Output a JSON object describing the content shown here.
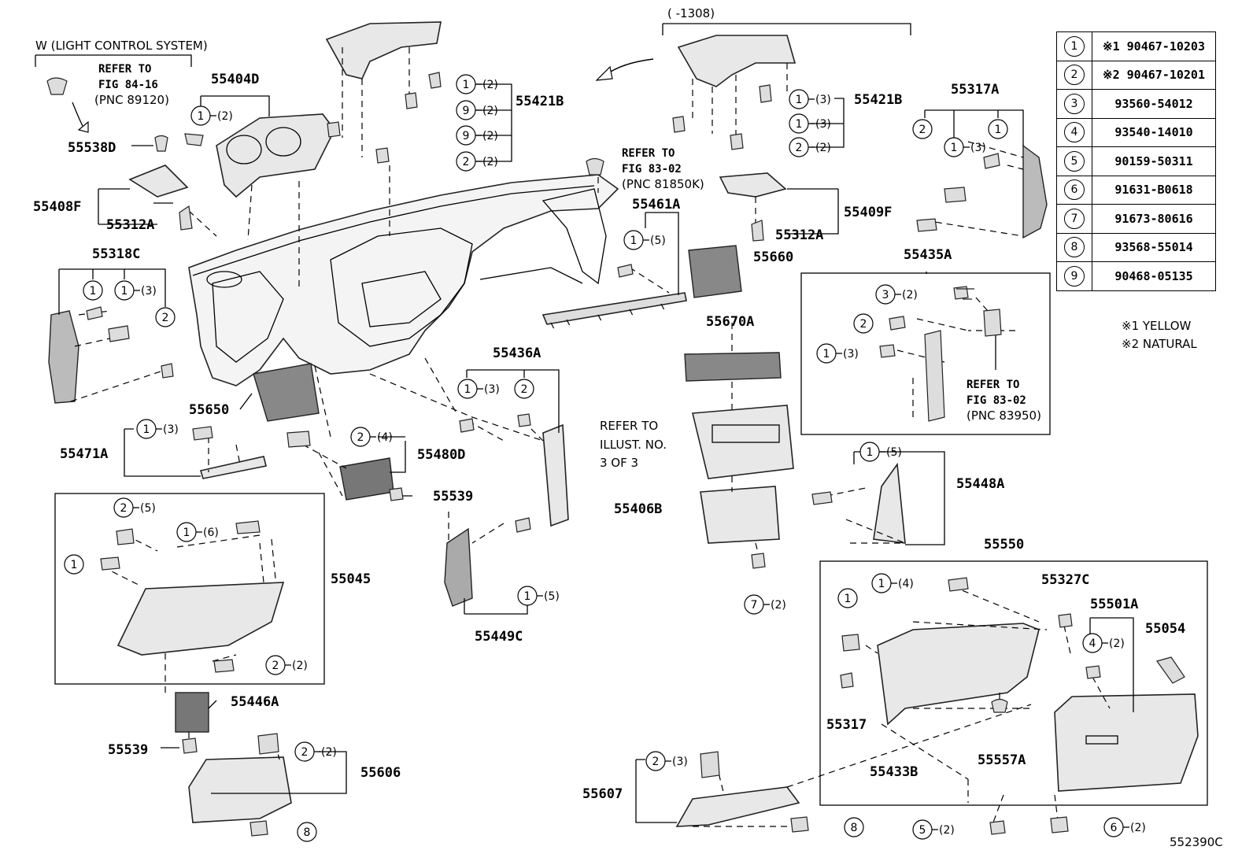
{
  "light_control": "W (LIGHT CONTROL SYSTEM)",
  "refer_84_16": [
    "REFER TO",
    "FIG 84-16",
    "(PNC 89120)"
  ],
  "refer_83_02a": [
    "REFER TO",
    "FIG 83-02",
    "(PNC 81850K)"
  ],
  "refer_83_02b": [
    "REFER TO",
    "FIG 83-02",
    "(PNC 83950)"
  ],
  "refer_illust": [
    "REFER TO",
    "ILLUST. NO.",
    "3 OF 3"
  ],
  "range_label": "(      -1308)",
  "diagram_id": "552390C",
  "notes": [
    "※1 YELLOW",
    "※2 NATURAL"
  ],
  "legend": [
    {
      "key": "1",
      "value": "※1 90467-10203"
    },
    {
      "key": "2",
      "value": "※2 90467-10201"
    },
    {
      "key": "3",
      "value": "93560-54012"
    },
    {
      "key": "4",
      "value": "93540-14010"
    },
    {
      "key": "5",
      "value": "90159-50311"
    },
    {
      "key": "6",
      "value": "91631-B0618"
    },
    {
      "key": "7",
      "value": "91673-80616"
    },
    {
      "key": "8",
      "value": "93568-55014"
    },
    {
      "key": "9",
      "value": "90468-05135"
    }
  ],
  "parts": {
    "p55404D": "55404D",
    "p55538D": "55538D",
    "p55408F": "55408F",
    "p55312A_l": "55312A",
    "p55318C": "55318C",
    "p55421B_a": "55421B",
    "p55421B_b": "55421B",
    "p55317A": "55317A",
    "p55461A": "55461A",
    "p55409F": "55409F",
    "p55312A_r": "55312A",
    "p55660": "55660",
    "p55435A": "55435A",
    "p55670A": "55670A",
    "p55650": "55650",
    "p55436A": "55436A",
    "p55471A": "55471A",
    "p55480D": "55480D",
    "p55539_a": "55539",
    "p55406B": "55406B",
    "p55448A": "55448A",
    "p55045": "55045",
    "p55449C": "55449C",
    "p55550": "55550",
    "p55327C": "55327C",
    "p55501A": "55501A",
    "p55054": "55054",
    "p55446A": "55446A",
    "p55539_b": "55539",
    "p55606": "55606",
    "p55317": "55317",
    "p55433B": "55433B",
    "p55557A": "55557A",
    "p55607": "55607"
  },
  "qty": {
    "q2": "(2)",
    "q3": "(3)",
    "q4": "(4)",
    "q5": "(5)",
    "q6": "(6)"
  }
}
